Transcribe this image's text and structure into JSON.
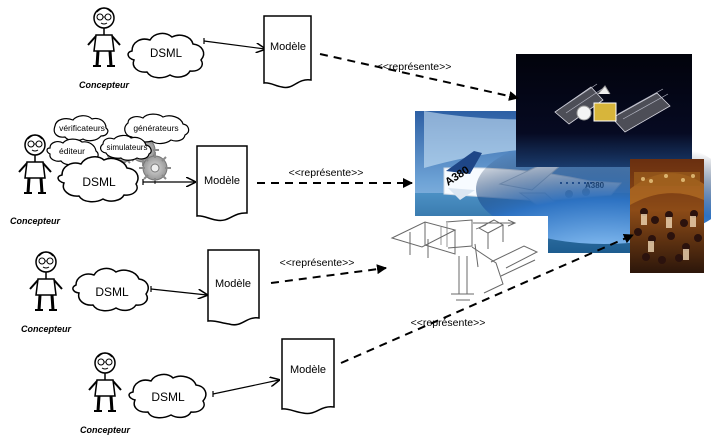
{
  "rows": [
    {
      "actor_label": "Concepteur",
      "dsml_label": "DSML",
      "model_label": "Modèle",
      "relation_label": "<<représente>>",
      "extra_tools": []
    },
    {
      "actor_label": "Concepteur",
      "dsml_label": "DSML",
      "model_label": "Modèle",
      "relation_label": "<<représente>>",
      "extra_tools": [
        "vérificateurs",
        "générateurs",
        "simulateurs",
        "éditeur"
      ]
    },
    {
      "actor_label": "Concepteur",
      "dsml_label": "DSML",
      "model_label": "Modèle",
      "relation_label": "<<représente>>",
      "extra_tools": []
    },
    {
      "actor_label": "Concepteur",
      "dsml_label": "DSML",
      "model_label": "Modèle",
      "relation_label": "<<représente>>",
      "extra_tools": []
    }
  ],
  "images": {
    "satellite": {
      "semantic": "satellite-photo"
    },
    "airplane": {
      "semantic": "airplane-photo",
      "text": "A380"
    },
    "machine": {
      "semantic": "machine-drawing"
    },
    "stock_exchange": {
      "semantic": "stock-exchange-photo"
    }
  }
}
